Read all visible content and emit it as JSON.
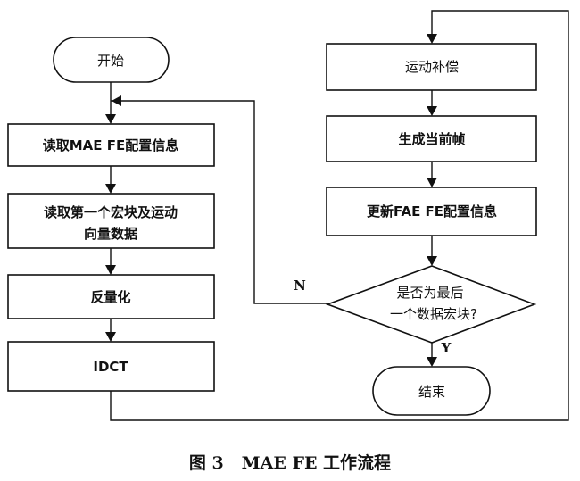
{
  "nodes": {
    "start": "开始",
    "read_config": "读取MAE FE配置信息",
    "read_mb_line1": "读取第一个宏块及运动",
    "read_mb_line2": "向量数据",
    "dequant": "反量化",
    "idct": "IDCT",
    "motion_comp": "运动补偿",
    "gen_frame": "生成当前帧",
    "update_config": "更新FAE FE配置信息",
    "decision_line1": "是否为最后",
    "decision_line2": "一个数据宏块?",
    "end": "结束"
  },
  "edge_labels": {
    "no": "N",
    "yes": "Y"
  },
  "caption": "图 3   MAE FE 工作流程"
}
